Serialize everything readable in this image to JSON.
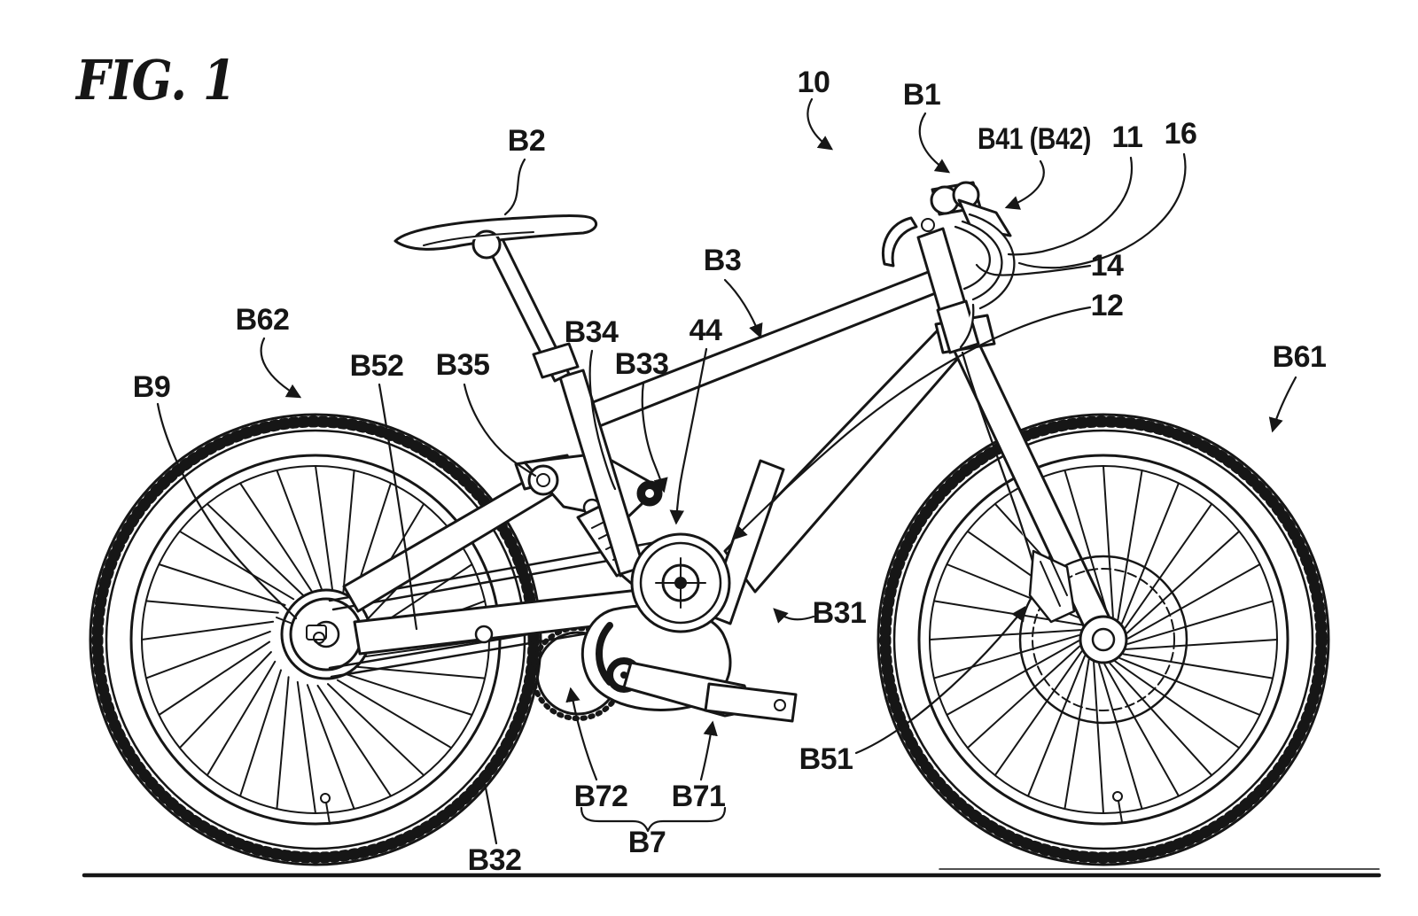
{
  "figure": {
    "title": "FIG. 1"
  },
  "labels": {
    "10": "10",
    "B1": "B1",
    "B41": "B41 (B42)",
    "11": "11",
    "16": "16",
    "B2": "B2",
    "B3": "B3",
    "14": "14",
    "12": "12",
    "B62": "B62",
    "B9": "B9",
    "B52": "B52",
    "B35": "B35",
    "B34": "B34",
    "B33": "B33",
    "44": "44",
    "B31": "B31",
    "B61": "B61",
    "B51": "B51",
    "B72": "B72",
    "B71": "B71",
    "B7": "B7",
    "B32": "B32"
  },
  "style": {
    "ink_color": "#161616",
    "background_color": "#ffffff"
  }
}
